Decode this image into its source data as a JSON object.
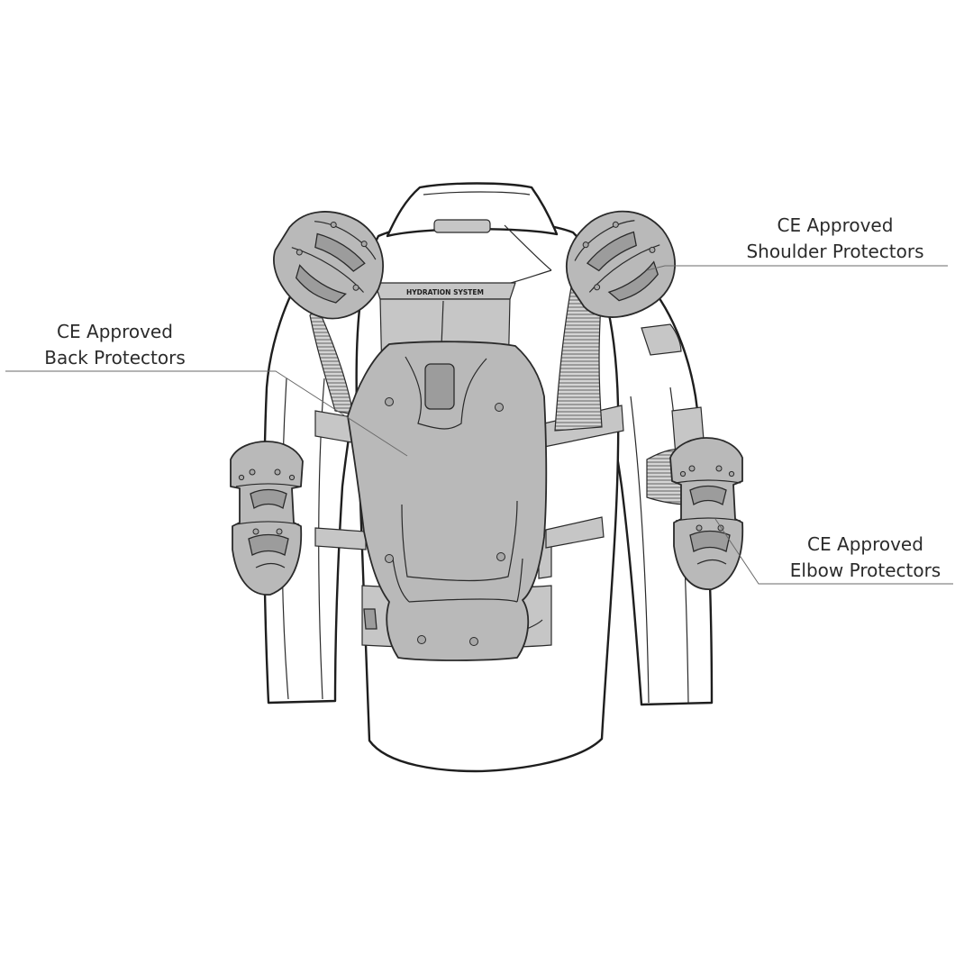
{
  "callouts": {
    "shoulder": {
      "line1": "CE Approved",
      "line2": "Shoulder Protectors"
    },
    "back": {
      "line1": "CE Approved",
      "line2": "Back Protectors"
    },
    "elbow": {
      "line1": "CE Approved",
      "line2": "Elbow Protectors"
    }
  },
  "jacket": {
    "hydration_label": "HYDRATION SYSTEM"
  },
  "colors": {
    "outline": "#1e1e1e",
    "protector_fill": "#b9b9b9",
    "background": "#ffffff",
    "leader_line": "#6a6a6a"
  }
}
